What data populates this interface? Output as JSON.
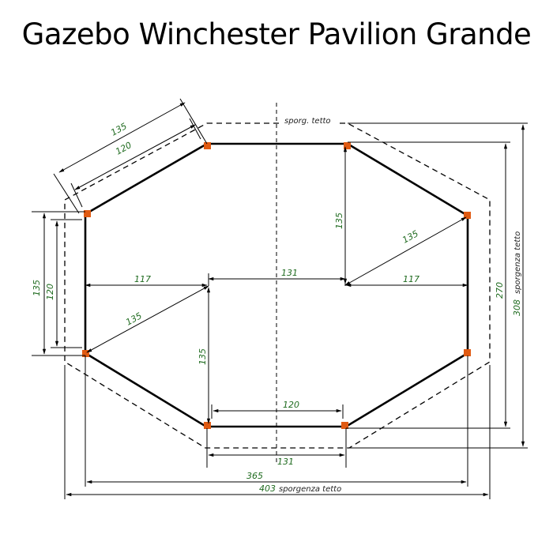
{
  "title": "Gazebo Winchester Pavilion Grande",
  "notes": {
    "roof_top": "sporg. tetto",
    "roof_right": "sporgenza tetto",
    "roof_bottom": "sporgenza tetto"
  },
  "dimensions": {
    "diag_outer": "135",
    "diag_inner": "120",
    "left_outer": "135",
    "left_inner": "120",
    "half_left": "117",
    "center_top": "131",
    "half_right": "117",
    "radius_left": "135",
    "radius_right": "135",
    "vert_upper": "135",
    "vert_lower": "135",
    "bottom_inner": "120",
    "bottom_side": "131",
    "total_width": "365",
    "total_roof_width": "403",
    "right_inner": "270",
    "right_outer": "308"
  },
  "colors": {
    "dimension_text": "#1f6b1f",
    "post": "#e05a12"
  }
}
